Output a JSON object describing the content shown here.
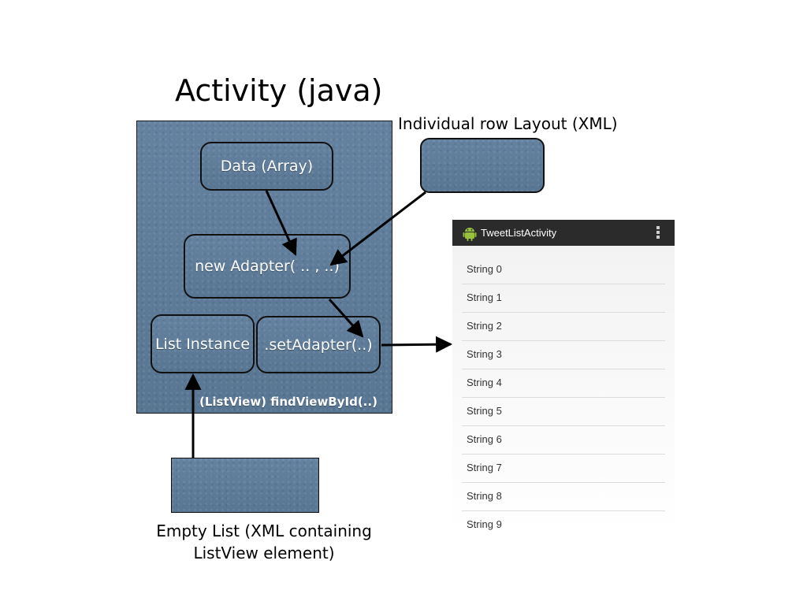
{
  "diagram": {
    "title": "Activity (java)",
    "nodes": {
      "data": "Data (Array)",
      "adapter": "new Adapter( .. , ..)",
      "list_instance": "List Instance",
      "set_adapter": ".setAdapter(..)"
    },
    "find_view_label": "(ListView) findViewById(..)",
    "row_layout_label": "Individual row Layout (XML)",
    "empty_list_label": "Empty List (XML containing ListView element)"
  },
  "phone": {
    "app_title": "TweetListActivity",
    "items": [
      "String 0",
      "String 1",
      "String 2",
      "String 3",
      "String 4",
      "String 5",
      "String 6",
      "String 7",
      "String 8",
      "String 9"
    ],
    "colors": {
      "action_bar": "#2b2b2b",
      "android_green": "#97c03d"
    }
  },
  "colors": {
    "denim": "#5e7d9c"
  }
}
